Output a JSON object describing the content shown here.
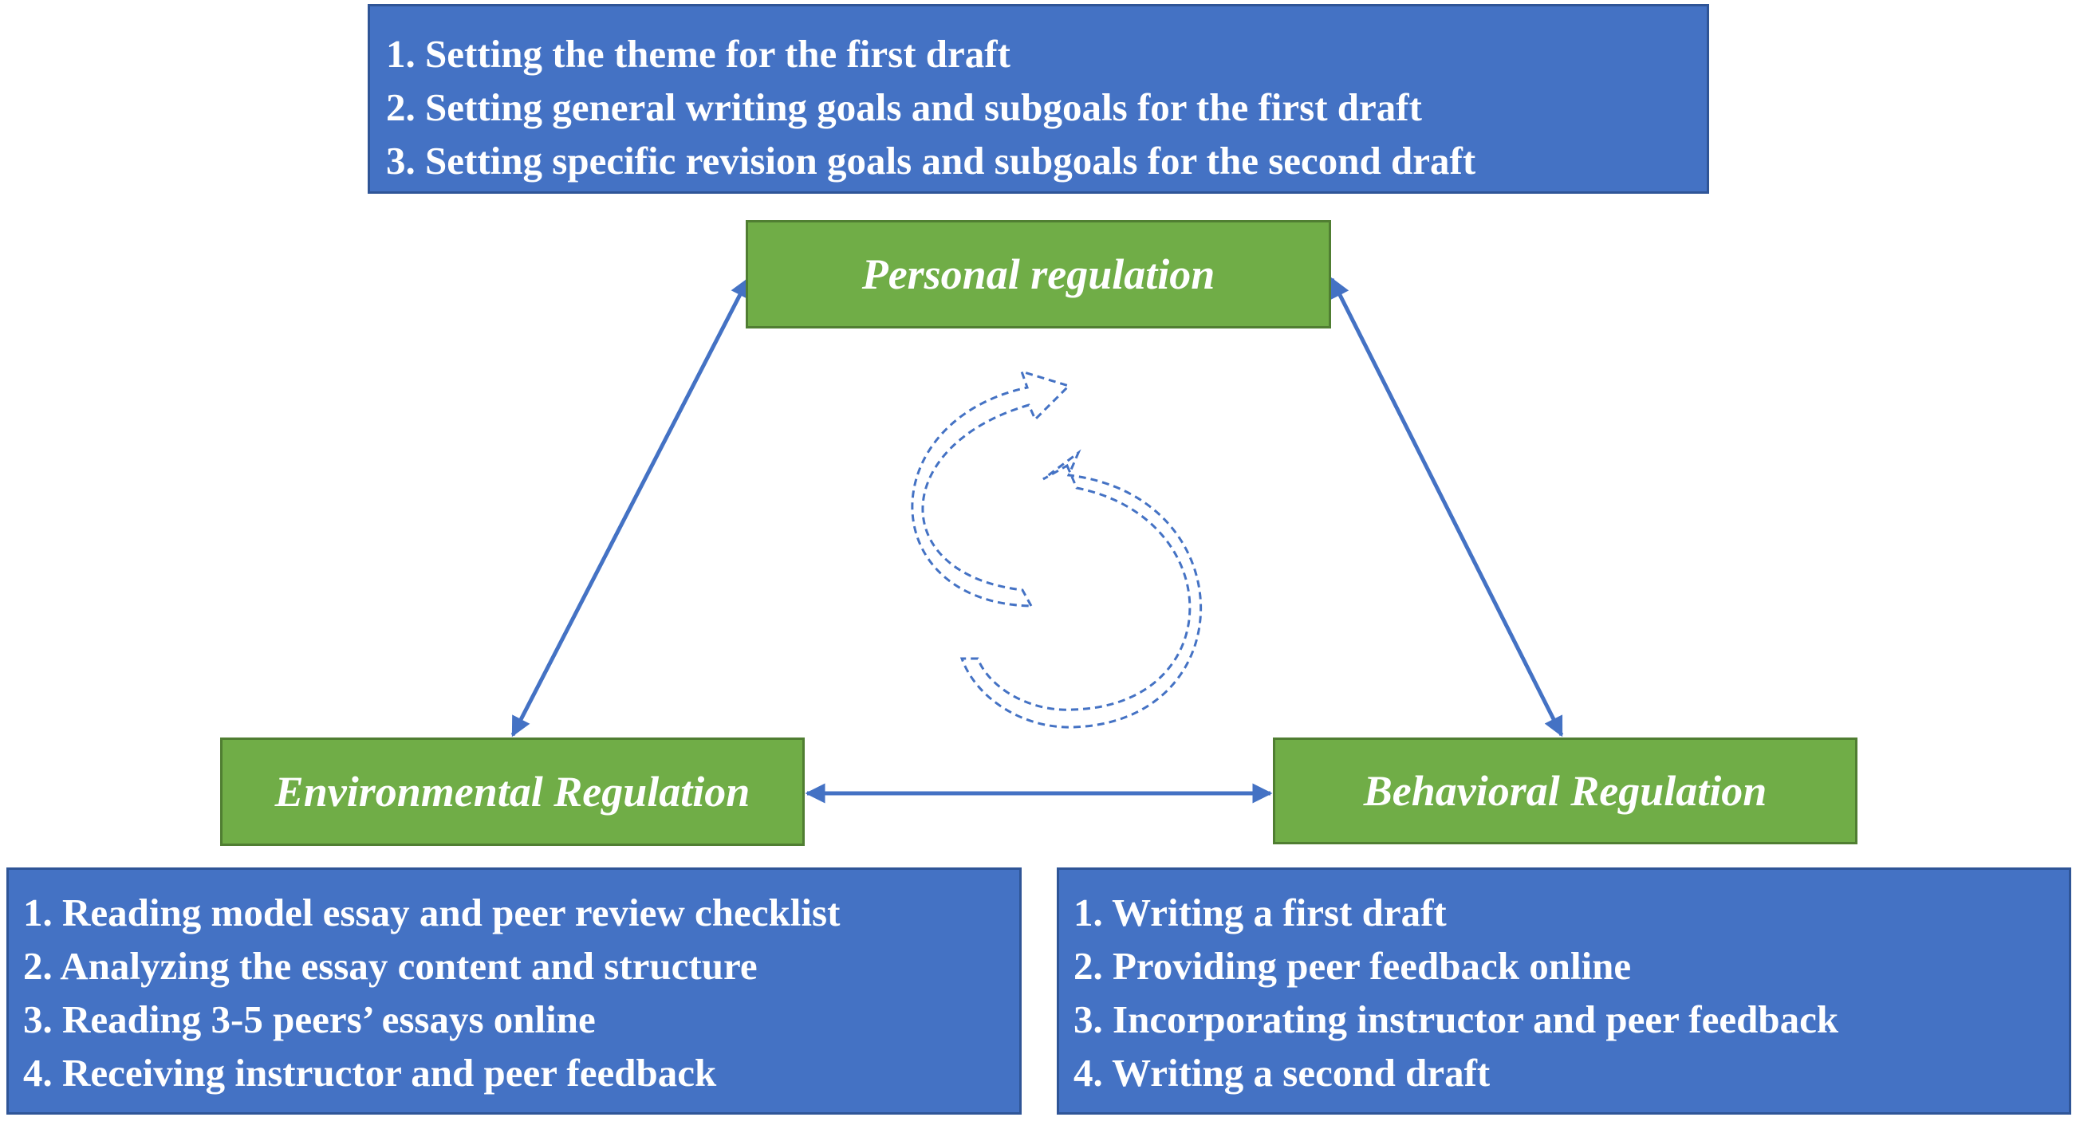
{
  "top_box": {
    "items": [
      "1. Setting the theme for the first draft",
      "2. Setting general writing goals and subgoals for the first draft",
      "3. Setting specific revision goals and subgoals for the second draft"
    ]
  },
  "nodes": {
    "personal": "Personal regulation",
    "environmental": "Environmental Regulation",
    "behavioral": "Behavioral Regulation"
  },
  "environmental_box": {
    "items": [
      "1. Reading model essay and peer review checklist",
      "2. Analyzing the essay content and structure",
      "3. Reading 3-5 peers’ essays online",
      "4. Receiving instructor and peer feedback"
    ]
  },
  "behavioral_box": {
    "items": [
      "1. Writing a first draft",
      "2. Providing peer feedback online",
      "3. Incorporating instructor and peer feedback",
      "4. Writing a second draft"
    ]
  },
  "colors": {
    "box_blue": "#4472C4",
    "node_green": "#70AD47",
    "arrow_blue": "#4472C4",
    "text": "#ffffff"
  },
  "icons": {
    "cycle": "dashed-circular-arrows-icon",
    "connector": "double-headed-arrow"
  }
}
